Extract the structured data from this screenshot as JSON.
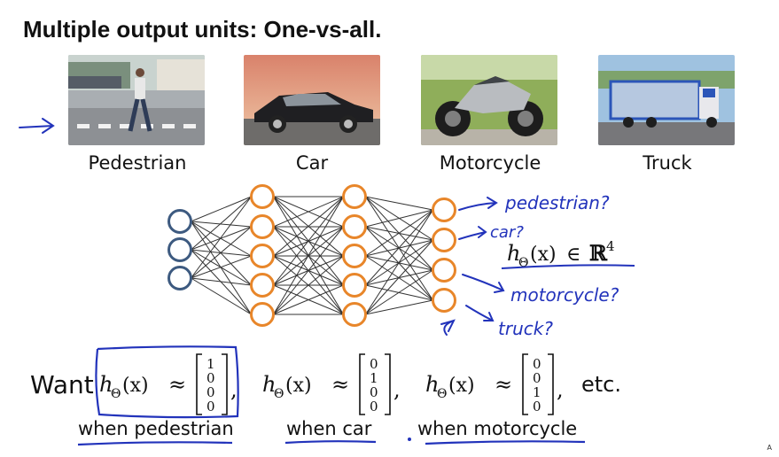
{
  "slide": {
    "title": "Multiple output units: One-vs-all.",
    "categories": [
      "Pedestrian",
      "Car",
      "Motorcycle",
      "Truck"
    ],
    "annotations": {
      "pedestrian": "pedestrian?",
      "car": "car?",
      "motorcycle": "motorcycle?",
      "truck": "truck?"
    },
    "hypothesis": {
      "prefix": "h",
      "subscript": "Θ",
      "arg": "(x)",
      "relation": "∈",
      "space": "ℝ",
      "power": "4"
    },
    "want_label": "Want",
    "vectors": [
      {
        "values": [
          "1",
          "0",
          "0",
          "0"
        ],
        "when": "when pedestrian"
      },
      {
        "values": [
          "0",
          "1",
          "0",
          "0"
        ],
        "when": "when car"
      },
      {
        "values": [
          "0",
          "0",
          "1",
          "0"
        ],
        "when": "when motorcycle"
      }
    ],
    "approx": "≈",
    "etc": "etc.",
    "corner_mark": "A",
    "colors": {
      "input_node": "#3d5a80",
      "hidden_node": "#e8862a",
      "ink": "#2233bb"
    }
  }
}
